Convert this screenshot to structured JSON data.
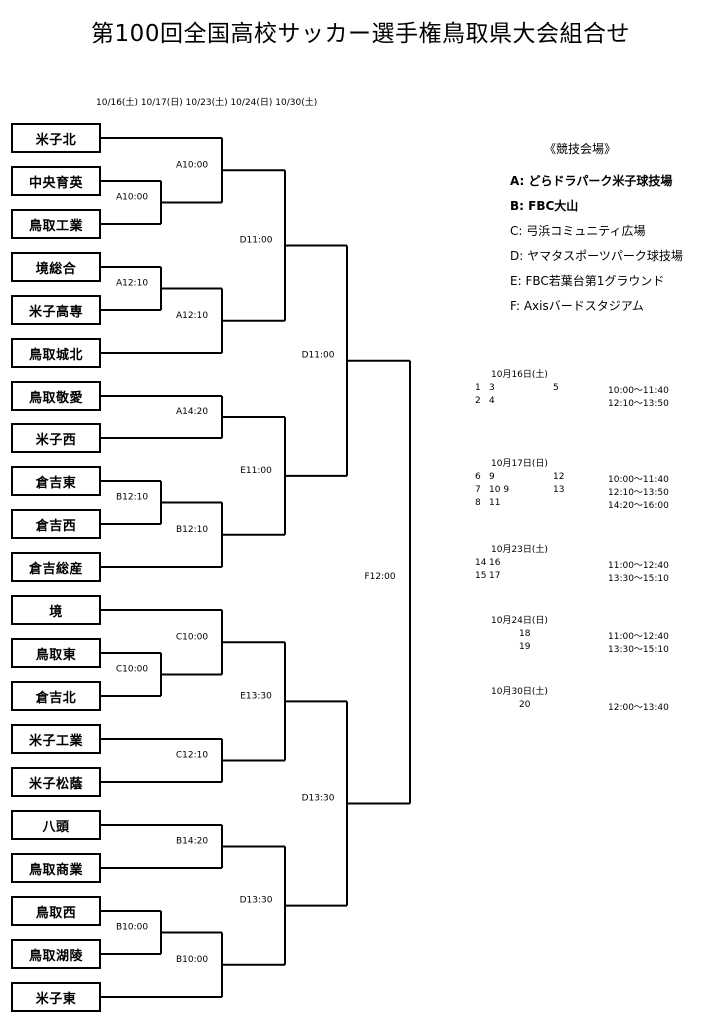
{
  "title": "第100回全国高校サッカー選手権鳥取県大会組合せ",
  "dates_header": "10/16(土) 10/17(日) 10/23(土) 10/24(日) 10/30(土)",
  "teams": [
    "米子北",
    "中央育英",
    "鳥取工業",
    "境総合",
    "米子高専",
    "鳥取城北",
    "鳥取敬愛",
    "米子西",
    "倉吉東",
    "倉吉西",
    "倉吉総産",
    "境",
    "鳥取東",
    "倉吉北",
    "米子工業",
    "米子松蔭",
    "八頭",
    "鳥取商業",
    "鳥取西",
    "鳥取湖陵",
    "米子東"
  ],
  "matches": [
    "A10:00",
    "A10:00",
    "A12:10",
    "A12:10",
    "A14:20",
    "B12:10",
    "B12:10",
    "C10:00",
    "C10:00",
    "C12:10",
    "B14:20",
    "B10:00",
    "B10:00",
    "D11:00",
    "D11:00",
    "E11:00",
    "E13:30",
    "D13:30",
    "D13:30",
    "F12:00"
  ],
  "venues": {
    "title": "《競技会場》",
    "items": [
      "A: どらドラパーク米子球技場",
      "B: FBC大山",
      "C: 弓浜コミュニティ広場",
      "D: ヤマタスポーツパーク球技場",
      "E: FBC若葉台第1グラウンド",
      "F: Axisバードスタジアム"
    ]
  },
  "schedule": [
    {
      "date": "10月16日(土)",
      "rows": [
        {
          "a": "1",
          "b": "3",
          "c": "5",
          "time": "10:00～11:40"
        },
        {
          "a": "2",
          "b": "4",
          "c": "",
          "time": "12:10～13:50"
        }
      ]
    },
    {
      "date": "10月17日(日)",
      "rows": [
        {
          "a": "6",
          "b": "9",
          "c": "12",
          "time": "10:00～11:40"
        },
        {
          "a": "7",
          "b": "10  9",
          "c": "13",
          "time": "12:10～13:50"
        },
        {
          "a": "8",
          "b": "11",
          "c": "",
          "time": "14:20～16:00"
        }
      ]
    },
    {
      "date": "10月23日(土)",
      "rows": [
        {
          "a": "14",
          "b": "16",
          "c": "",
          "time": "11:00～12:40"
        },
        {
          "a": "15",
          "b": "17",
          "c": "",
          "time": "13:30～15:10"
        }
      ]
    },
    {
      "date": "10月24日(日)",
      "rows": [
        {
          "a": "",
          "b": "18",
          "c": "",
          "time": "11:00～12:40"
        },
        {
          "a": "",
          "b": "19",
          "c": "",
          "time": "13:30～15:10"
        }
      ]
    },
    {
      "date": "10月30日(土)",
      "rows": [
        {
          "a": "",
          "b": "20",
          "c": "",
          "time": "12:00～13:40"
        }
      ]
    }
  ]
}
